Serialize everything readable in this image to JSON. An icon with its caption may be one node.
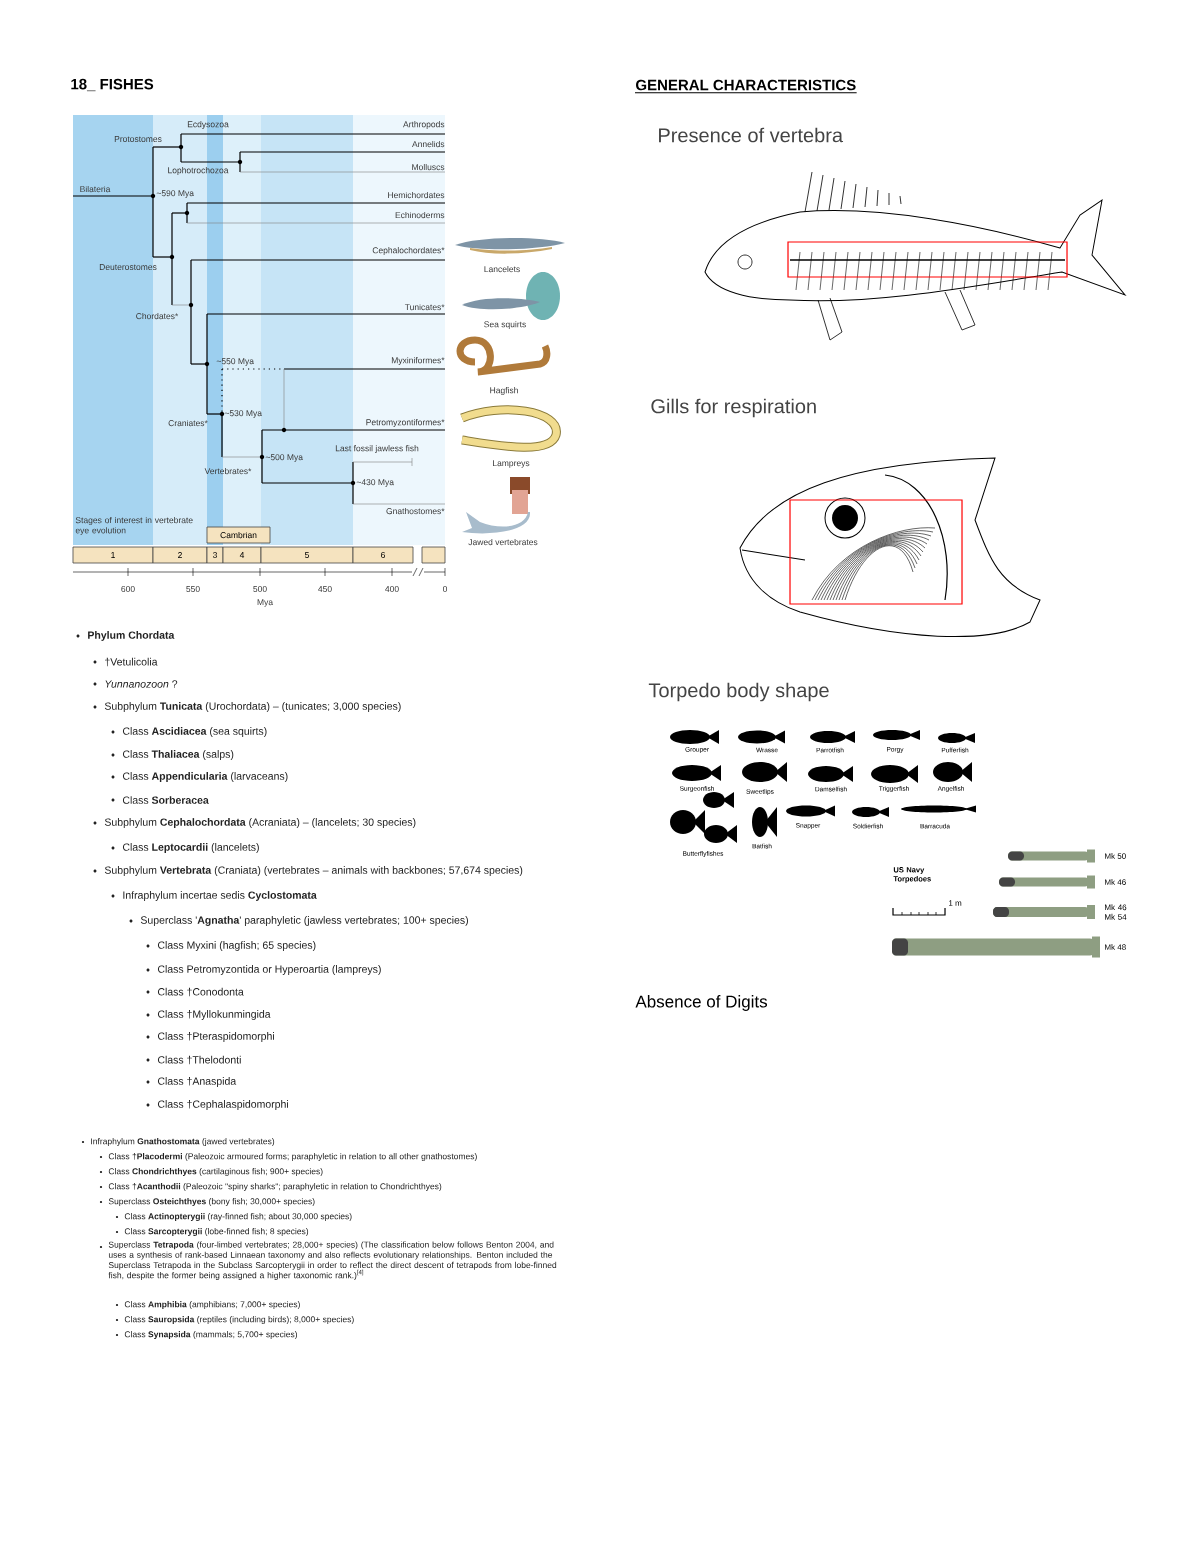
{
  "diagram": {
    "title": "18_ FISHES",
    "nodes": [
      {
        "text": [
          "Cambrian"
        ]
      },
      {
        "text": [
          "1"
        ]
      },
      {
        "text": [
          "2"
        ]
      },
      {
        "text": [
          "3"
        ]
      },
      {
        "text": [
          "4"
        ]
      },
      {
        "text": [
          "5"
        ]
      },
      {
        "text": [
          "6"
        ]
      },
      {
        "text": [],
        "shape": "box"
      }
    ],
    "labels": [
      "GENERAL CHARACTERISTICS",
      "Ecdysozoa",
      "Arthropods",
      "Protostomes",
      "Annelids",
      "Lophotrochozoa",
      "Molluscs",
      "Bilateria",
      "~590 Mya",
      "Hemichordates",
      "Echinoderms",
      "Cephalochordates*",
      "Deuterostomes",
      "Lancelets",
      "Tunicates*",
      "Chordates*",
      "Sea squirts",
      "~550 Mya",
      "Myxiniformes*",
      "Hagfish",
      "~530 Mya",
      "Craniates*",
      "Petromyzontiformes*",
      "Last fossil jawless fish",
      "~500 Mya",
      "Vertebrates*",
      "Lampreys",
      "~430 Mya",
      "Gnathostomes*",
      "Jawed vertebrates",
      "Stages of interest in vertebrate eye evolution",
      "600",
      "550",
      "500",
      "450",
      "400",
      "0",
      "Mya",
      "Phylum Chordata",
      "†Vetulicolia",
      "*Yunnanozoon* ?",
      "Subphylum **Tunicata** (Urochordata) – (tunicates; 3,000 species)",
      "Class **Ascidiacea** (sea squirts)",
      "Class **Thaliacea** (salps)",
      "Class **Appendicularia** (larvaceans)",
      "Class **Sorberacea**",
      "Subphylum **Cephalochordata** (Acraniata) – (lancelets; 30 species)",
      "Class **Leptocardii** (lancelets)",
      "Subphylum **Vertebrata** (Craniata) (vertebrates – animals with backbones; 57,674 species)",
      "Infraphylum incertae sedis **Cyclostomata**",
      "Superclass '**Agnatha**' paraphyletic (jawless vertebrates; 100+ species)",
      "Class Myxini (hagfish; 65 species)",
      "Class Petromyzontida or Hyperoartia (lampreys)",
      "Class †Conodonta",
      "Class †Myllokunmingida",
      "Class †Pteraspidomorphi",
      "Class †Thelodonti",
      "Class †Anaspida",
      "Class †Cephalaspidomorphi",
      "Infraphylum **Gnathostomata** (jawed vertebrates)",
      "Class †**Placodermi** (Paleozoic armoured forms; paraphyletic in relation to all other gnathostomes)",
      "Class **Chondrichthyes** (cartilaginous fish; 900+ species)",
      "Class †**Acanthodii** (Paleozoic \"spiny sharks\"; paraphyletic in relation to Chondrichthyes)",
      "Superclass **Osteichthyes** (bony fish; 30,000+ species)",
      "Class **Actinopterygii** (ray-finned fish; about 30,000 species)",
      "Class **Sarcopterygii** (lobe-finned fish; 8 species)",
      "Superclass **Tetrapoda** (four-limbed vertebrates; 28,000+ species) (The classification below follows Benton 2004, and uses a synthesis of rank-based Linnaean taxonomy and also reflects evolutionary relationships. Benton included the Superclass Tetrapoda in the Subclass Sarcopterygii in order to reflect the direct descent of tetrapods from lobe-finned fish, despite the former being assigned a higher taxonomic rank.)$^{[4]}$",
      "Class **Amphibia** (amphibians; 7,000+ species)",
      "Class **Sauropsida** (reptiles (including birds); 8,000+ species)",
      "Class **Synapsida** (mammals; 5,700+ species)",
      "Presence of vertebra",
      "Gills for respiration",
      "Torpedo body shape",
      "Grouper",
      "Wrasse",
      "Parrotfish",
      "Porgy",
      "Pufferfish",
      "Surgeonfish",
      "Sweetlips",
      "Damselfish",
      "Triggerfish",
      "Angelfish",
      "Butterflyfishes",
      "Batfish",
      "Snapper",
      "Soldierfish",
      "Barracuda",
      "US Navy Torpedoes",
      "1 m",
      "Mk 50",
      "Mk 46",
      "Mk 46 Mk 54",
      "Mk 48",
      "Absence of Digits"
    ]
  }
}
